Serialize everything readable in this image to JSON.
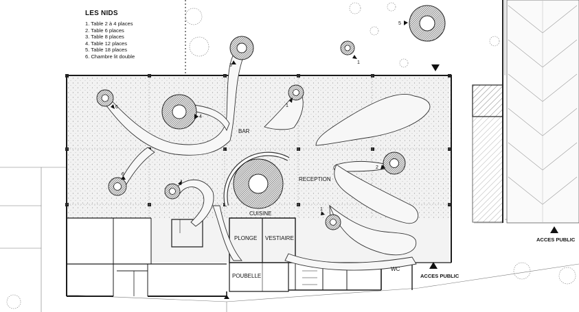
{
  "legend": {
    "title": "LES NIDS",
    "items": [
      "1. Table 2 à 4 places",
      "2. Table 6 places",
      "3. Table 8 places",
      "4. Table 12 places",
      "5. Table 18 places",
      "6. Chambre lit double"
    ]
  },
  "rooms": {
    "bar": "BAR",
    "reception": "RECEPTION",
    "cuisine": "CUISINE",
    "plonge": "PLONGE",
    "vestiaire": "VESTIAIRE",
    "poubelle": "POUBELLE",
    "wc": "WC"
  },
  "access": {
    "public_bottom": "ACCES PUBLIC",
    "public_right": "ACCES PUBLIC"
  },
  "nest_numbers": {
    "n5": "5",
    "n1_top": "1",
    "n3": "3",
    "n6_left": "6",
    "n4": "4",
    "n1_upper": "1",
    "n2": "2",
    "n6_lower": "6",
    "n1_lower": "1",
    "n1_bottom": "1"
  },
  "colors": {
    "line": "#1a1a1a",
    "floor_dots": "#b0b0b0",
    "hatch": "#555555"
  }
}
